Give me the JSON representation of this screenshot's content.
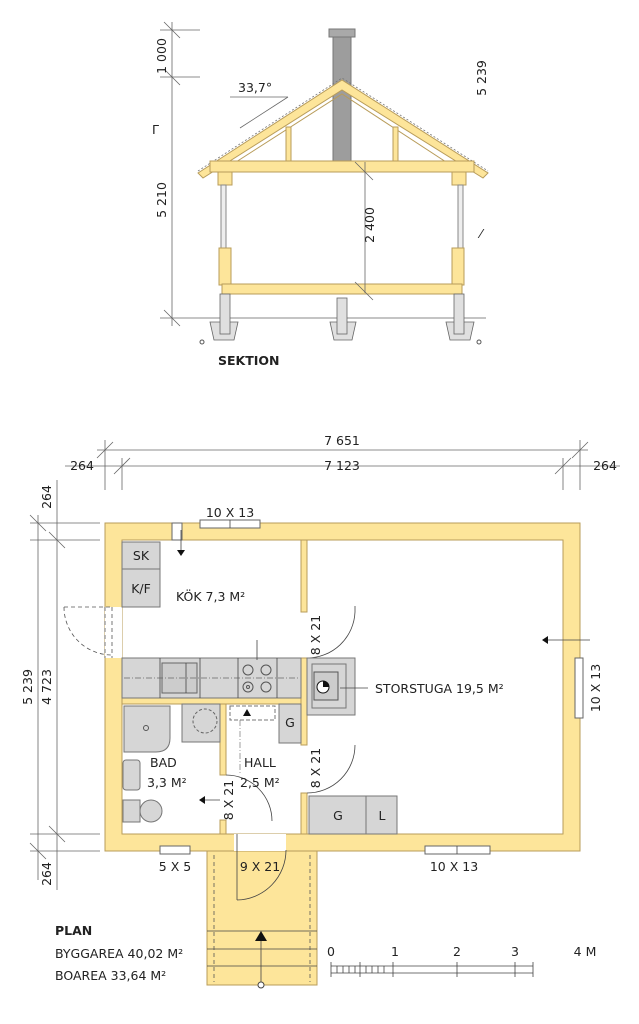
{
  "section": {
    "title": "SEKTION",
    "dim_top": "1 000",
    "dim_total": "5 210",
    "dim_ceiling": "2 400",
    "roof_angle": "33,7°",
    "dim_right": "5 239",
    "mark_left": "Γ",
    "mark_right": "⁄"
  },
  "plan": {
    "title": "PLAN",
    "byggarea": "BYGGAREA 40,02 M²",
    "boarea": "BOAREA 33,64 M²",
    "dims": {
      "total_width": "7 651",
      "inner_width": "7 123",
      "wall_left": "264",
      "wall_right": "264",
      "wall_top": "264",
      "wall_bottom": "264",
      "total_depth": "5 239",
      "inner_depth": "4 723"
    },
    "rooms": {
      "kok": "KÖK 7,3 M²",
      "storstuga": "STORSTUGA 19,5 M²",
      "bad": "BAD",
      "bad_area": "3,3 M²",
      "hall": "HALL",
      "hall_area": "2,5 M²"
    },
    "fixtures": {
      "sk": "SK",
      "kf": "K/F",
      "g_hall": "G",
      "g": "G",
      "l": "L"
    },
    "openings": {
      "window_top": "10 X 13",
      "window_right": "10 X 13",
      "window_bottom_bad": "5 X 5",
      "window_bottom": "10 X 13",
      "door_entry": "9 X 21",
      "door_kok": "8 X 21",
      "door_hall": "8 X 21",
      "door_bad": "8 X 21"
    },
    "scale": {
      "labels": [
        "0",
        "1",
        "2",
        "3",
        "4 M"
      ]
    }
  }
}
